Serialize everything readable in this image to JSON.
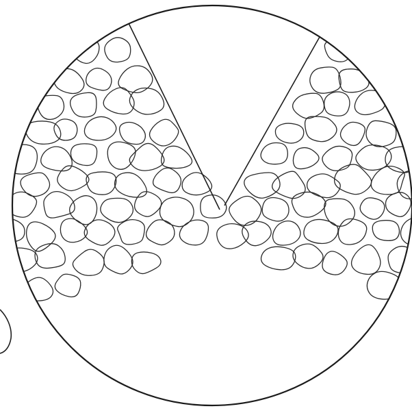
{
  "figure": {
    "colors": {
      "background": "#ffffff",
      "ink": "#1b1b1b"
    },
    "parts": [
      "circle-outline",
      "cell-layer",
      "v-shaped-notch",
      "edge-scrap"
    ]
  }
}
